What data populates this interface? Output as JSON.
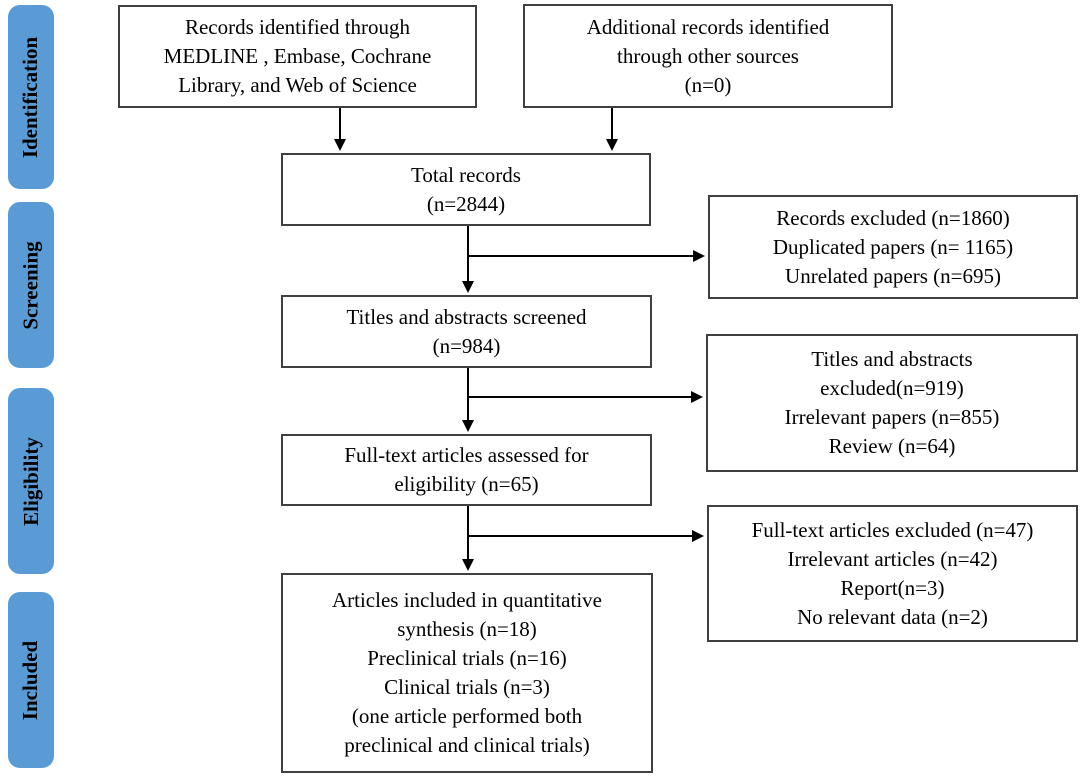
{
  "stages": [
    {
      "label": "Identification"
    },
    {
      "label": "Screening"
    },
    {
      "label": "Eligibility"
    },
    {
      "label": "Included"
    }
  ],
  "boxes": {
    "records_identified": {
      "lines": [
        "Records identified through",
        "MEDLINE , Embase, Cochrane",
        "Library, and Web of Science"
      ]
    },
    "additional_records": {
      "lines": [
        "Additional records identified",
        "through other sources",
        "(n=0)"
      ]
    },
    "total_records": {
      "lines": [
        "Total records",
        "(n=2844)"
      ]
    },
    "records_excluded": {
      "lines": [
        "Records excluded (n=1860)",
        "Duplicated papers (n= 1165)",
        "Unrelated papers (n=695)"
      ]
    },
    "titles_screened": {
      "lines": [
        "Titles and abstracts screened",
        "(n=984)"
      ]
    },
    "titles_excluded": {
      "lines": [
        "Titles and abstracts",
        "excluded(n=919)",
        "Irrelevant papers (n=855)",
        "Review (n=64)"
      ]
    },
    "fulltext_assessed": {
      "lines": [
        "Full-text articles assessed for",
        "eligibility (n=65)"
      ]
    },
    "fulltext_excluded": {
      "lines": [
        "Full-text articles excluded (n=47)",
        "Irrelevant articles (n=42)",
        "Report(n=3)",
        "No relevant data (n=2)"
      ]
    },
    "included_articles": {
      "lines": [
        "Articles included in quantitative",
        "synthesis (n=18)",
        "Preclinical trials (n=16)",
        "Clinical trials (n=3)",
        "(one article performed both",
        "preclinical and clinical trials)"
      ]
    }
  },
  "colors": {
    "stage_fill": "#5B9BD5",
    "box_background": "#FFFFFF",
    "box_border": "#404040",
    "arrow": "#000000",
    "text": "#000000",
    "page_background": "#FFFFFF"
  }
}
